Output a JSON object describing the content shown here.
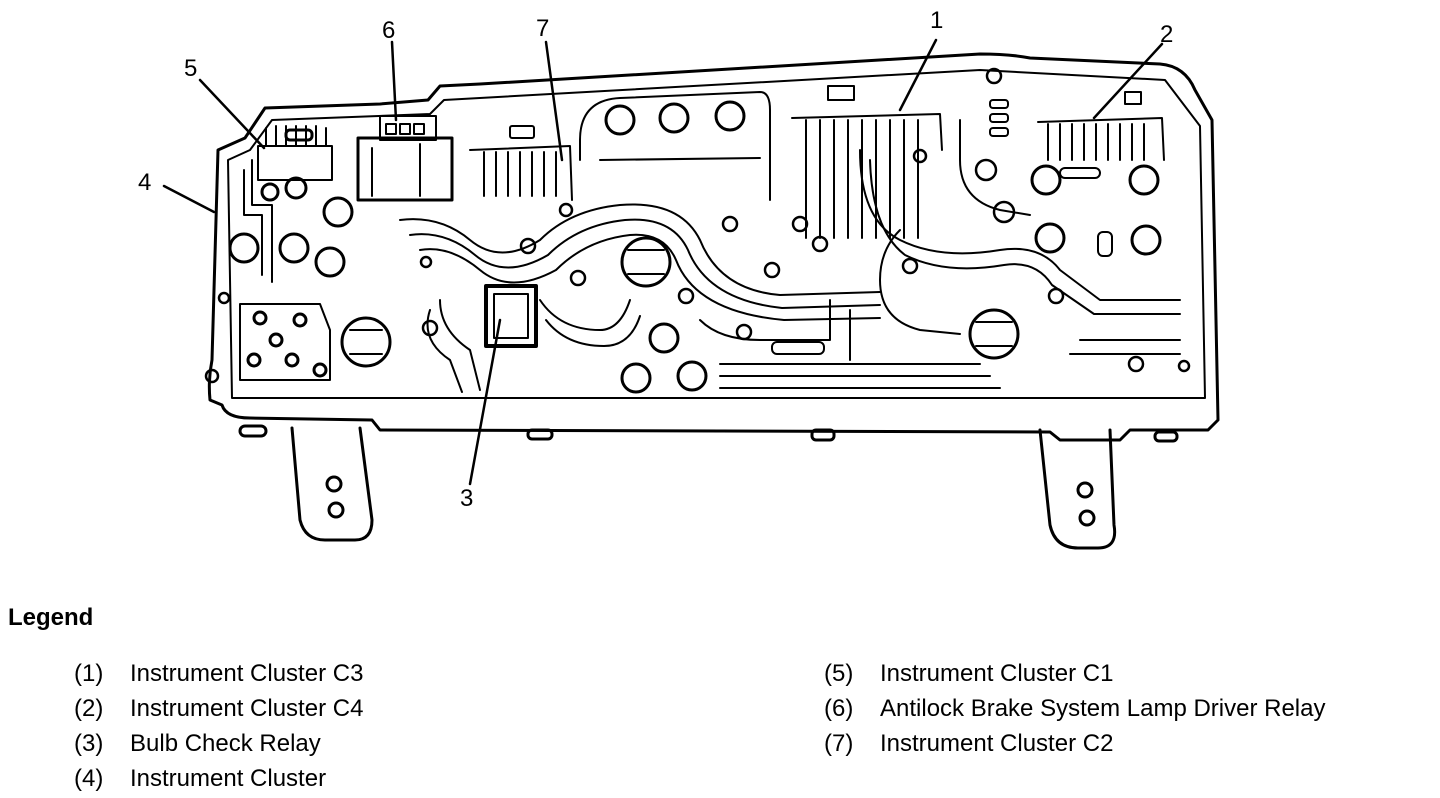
{
  "callouts": [
    "1",
    "2",
    "3",
    "4",
    "5",
    "6",
    "7"
  ],
  "legend": {
    "title": "Legend",
    "items": [
      {
        "num": "(1)",
        "label": "Instrument Cluster C3"
      },
      {
        "num": "(2)",
        "label": "Instrument Cluster C4"
      },
      {
        "num": "(3)",
        "label": "Bulb Check Relay"
      },
      {
        "num": "(4)",
        "label": "Instrument Cluster"
      },
      {
        "num": "(5)",
        "label": "Instrument Cluster C1"
      },
      {
        "num": "(6)",
        "label": "Antilock Brake System Lamp Driver Relay"
      },
      {
        "num": "(7)",
        "label": "Instrument Cluster C2"
      }
    ]
  }
}
